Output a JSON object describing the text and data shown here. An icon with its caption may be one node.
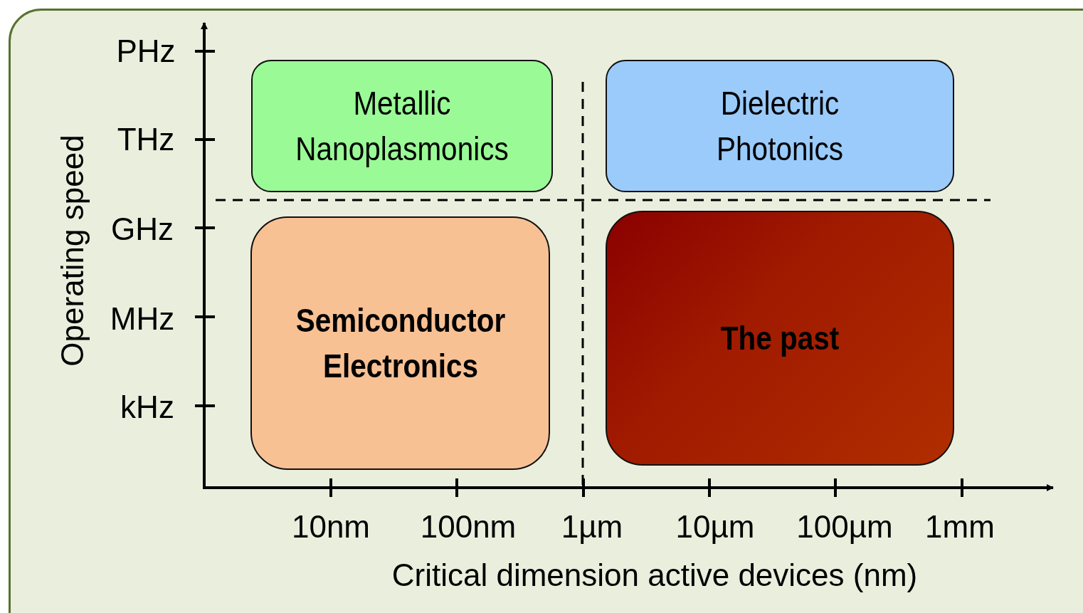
{
  "diagram": {
    "nodes": [
      {
        "text": [
          "Metallic Nanoplasmonics"
        ]
      },
      {
        "text": [
          "Dielectric Photonics"
        ]
      },
      {
        "text": [
          "Semiconductor Electronics"
        ]
      },
      {
        "text": [
          "The past"
        ]
      }
    ],
    "labels": [
      "PHz",
      "THz",
      "GHz",
      "MHz",
      "kHz",
      "Operating speed",
      "10nm",
      "100nm",
      "1µm",
      "10µm",
      "100µm",
      "1mm",
      "Critical dimension active devices (nm)"
    ]
  }
}
